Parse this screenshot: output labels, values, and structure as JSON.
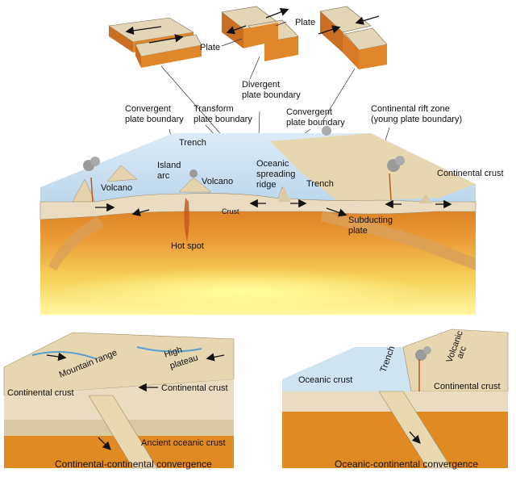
{
  "top_labels": {
    "plate_right": "Plate",
    "plate_left": "Plate",
    "convergent_left": [
      "Convergent",
      "plate boundary"
    ],
    "transform": [
      "Transform",
      "plate boundary"
    ],
    "divergent": [
      "Divergent",
      "plate boundary"
    ],
    "convergent_right": [
      "Convergent",
      "plate boundary"
    ],
    "rift": [
      "Continental rift zone",
      "(young plate boundary)"
    ],
    "trench_left": "Trench",
    "island_arc": [
      "Island",
      "arc"
    ],
    "volcano_left": "Volcano",
    "volcano_mid": "Volcano",
    "ridge": [
      "Oceanic",
      "spreading",
      "ridge"
    ],
    "trench_right": "Trench",
    "continental_crust": "Continental crust",
    "crust": "Crust",
    "subducting": [
      "Subducting",
      "plate"
    ],
    "hot_spot": "Hot spot"
  },
  "bottom_left": {
    "mountain_range": "Mountain range",
    "high_plateau": [
      "High",
      "plateau"
    ],
    "continental_crust_left": "Continental crust",
    "continental_crust_right": "Continental crust",
    "ancient_oceanic_crust": "Ancient oceanic crust",
    "caption": "Continental-continental convergence"
  },
  "bottom_right": {
    "oceanic_crust": "Oceanic crust",
    "trench": "Trench",
    "volcanic_arc": [
      "Volcanic",
      "arc"
    ],
    "continental_crust": "Continental crust",
    "caption": "Oceanic-continental convergence"
  },
  "colors": {
    "ocean": "#cfe3f1",
    "crust": "#e8d9b8",
    "mantle_orange": "#e08a24",
    "mantle_hot": "#fff27a",
    "block_top": "#e3d6b6",
    "block_side": "#d9822b"
  }
}
